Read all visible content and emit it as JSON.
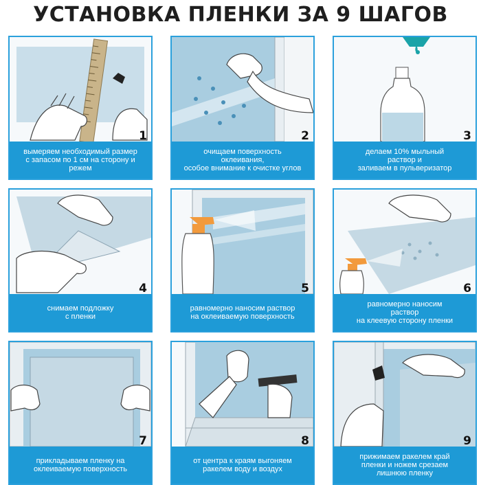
{
  "title": "УСТАНОВКА ПЛЕНКИ ЗА 9 ШАГОВ",
  "colors": {
    "accent": "#1e9ad6",
    "frame": "#2aa0dc",
    "glass": "#a9cde0",
    "film": "#c5d9e4"
  },
  "steps": [
    {
      "number": "1",
      "caption": "вымеряем необходимый размер\nс запасом по 1 см на сторону и\nрежем"
    },
    {
      "number": "2",
      "caption": "очищаем поверхность\nоклеивания,\nособое внимание к очистке углов"
    },
    {
      "number": "3",
      "caption": "делаем 10% мыльный\nраствор и\nзаливаем в пульверизатор"
    },
    {
      "number": "4",
      "caption": "снимаем подложку\nс пленки"
    },
    {
      "number": "5",
      "caption": "равномерно наносим раствор\nна оклеиваемую поверхность"
    },
    {
      "number": "6",
      "caption": "равномерно наносим\nраствор\nна клеевую сторону пленки"
    },
    {
      "number": "7",
      "caption": "прикладываем пленку на\nоклеиваемую поверхность"
    },
    {
      "number": "8",
      "caption": "от центра к краям выгоняем\nракелем воду и воздух"
    },
    {
      "number": "9",
      "caption": "прижимаем ракелем край\nпленки и ножем срезаем\nлишнюю пленку"
    }
  ]
}
